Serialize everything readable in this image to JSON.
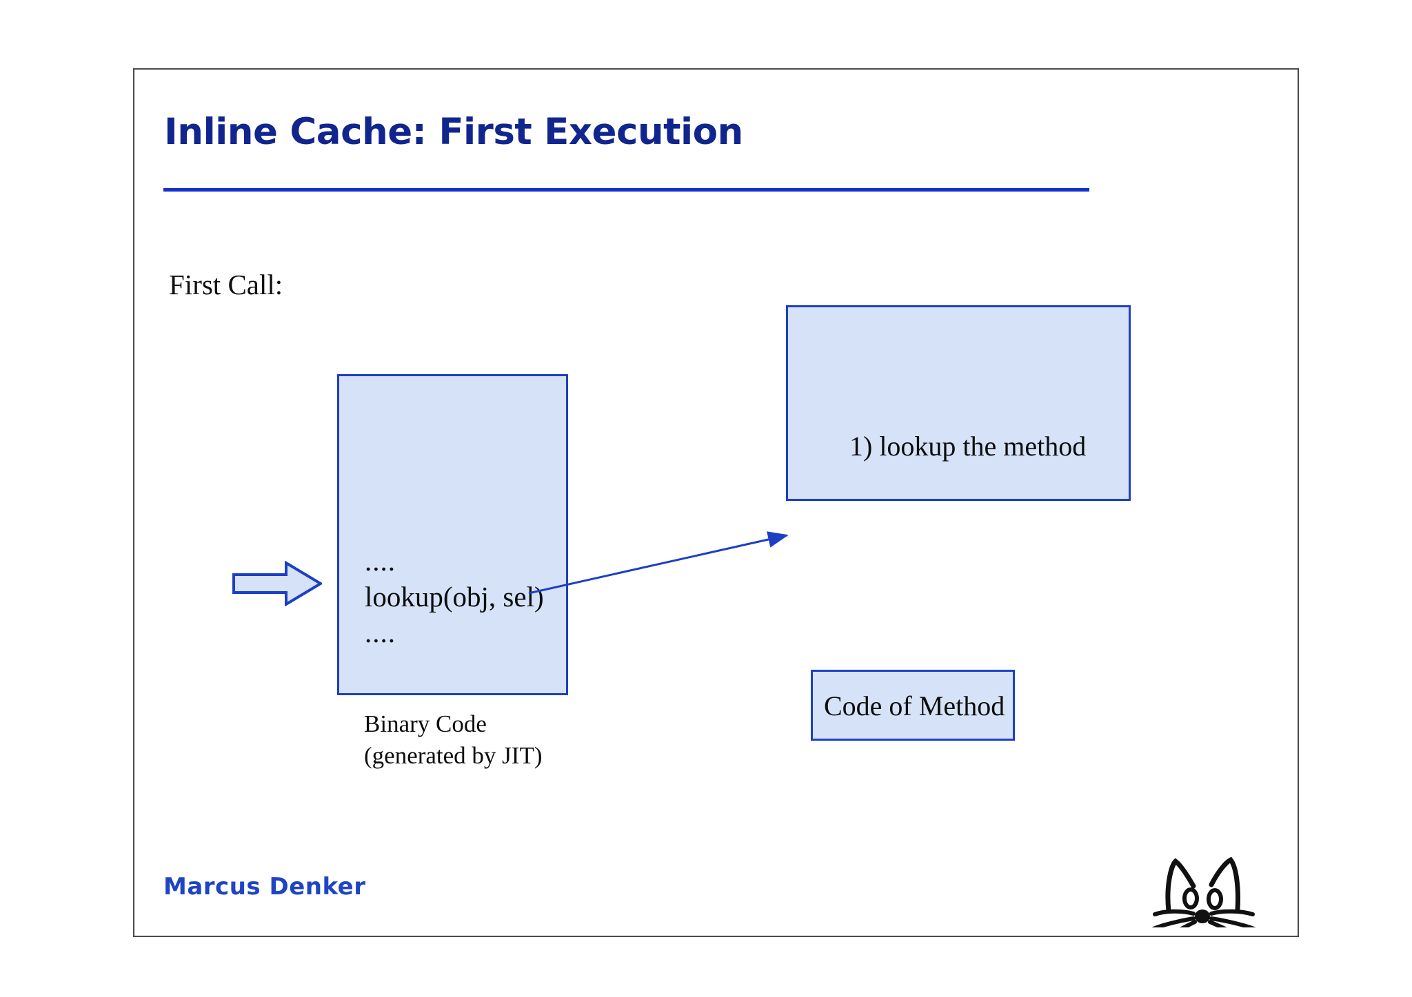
{
  "slide": {
    "title": "Inline Cache: First Execution",
    "section_label": "First Call:",
    "author": "Marcus Denker",
    "logo_name": "cat-face-logo",
    "colors": {
      "title_blue": "#11258f",
      "rule_blue": "#1331c8",
      "box_fill": "#d5e2f8",
      "box_border": "#1e3fc4",
      "author_blue": "#1f44c4",
      "frame_gray": "#4a4a4a",
      "text_black": "#0d0d0d"
    }
  },
  "diagram": {
    "entry_arrow": {
      "name": "execution-entry-arrow",
      "direction": "right"
    },
    "binary_code_box": {
      "code_lines": [
        "....",
        "lookup(obj, sel)",
        "...."
      ],
      "caption_line1": "Binary Code",
      "caption_line2": "(generated by JIT)"
    },
    "lookup_box": {
      "label": "1) lookup the method"
    },
    "code_of_method_box": {
      "label": "Code of Method"
    },
    "connector": {
      "name": "lookup-call-arrow",
      "from": "binary-code-box",
      "to": "lookup-box"
    }
  }
}
